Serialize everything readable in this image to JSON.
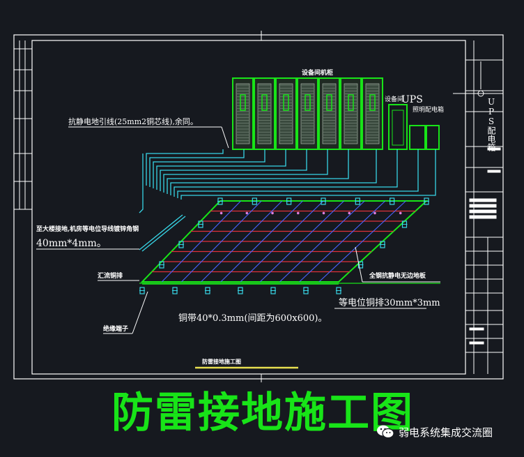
{
  "drawing": {
    "title": "防雷接地施工图",
    "subtitle": "防雷接地施工图",
    "watermark": "弱电系统集成交流圈"
  },
  "labels": {
    "cabinet_group": "设备间机柜",
    "ups_cabinet": "UPS",
    "ups_prefix": "设备间",
    "lighting_box": "照明配电箱",
    "ups_distribution": "UPS配电箱",
    "antistatic_lead": "抗静电地引线(25mm2铜芯线),余同。",
    "building_ground_line1": "至大楼接地,机房等电位导线镀锌角钢",
    "building_ground_line2": "40mm*4mm。",
    "busbar": "汇流铜排",
    "insulator": "绝缘端子",
    "floor": "全钢抗静电无边地板",
    "equipotential_band": "等电位铜排30mm*3mm",
    "copper_strip": "铜带40*0.3mm(间距为600x600)。"
  },
  "colors": {
    "background": "#16191f",
    "border": "#ffffff",
    "cyan": "#37d5e6",
    "green": "#18e418",
    "red": "#e0303a",
    "blue": "#4a63ff",
    "yellow": "#e8e050"
  },
  "icons": {
    "watermark_icon": "wechat-icon"
  }
}
